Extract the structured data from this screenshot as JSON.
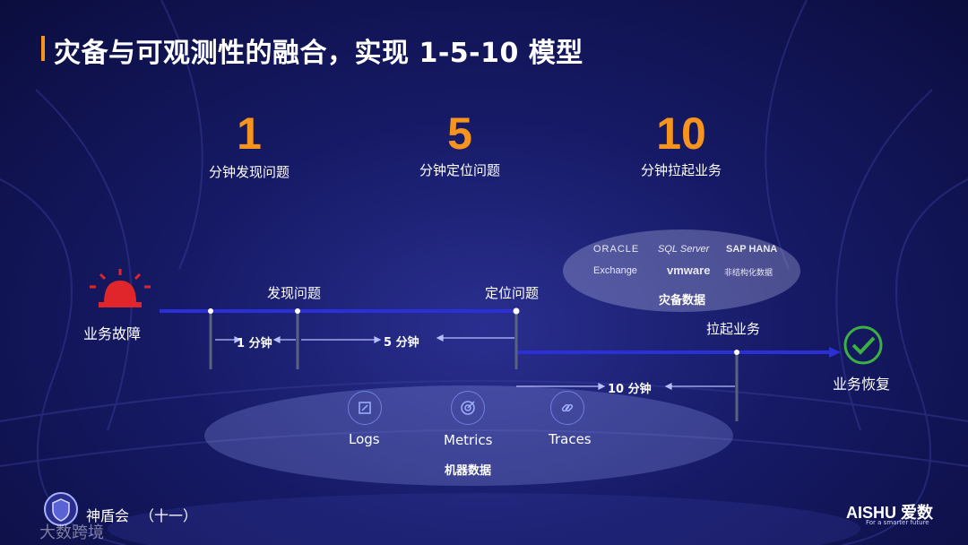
{
  "title": "灾备与可观测性的融合，实现 1-5-10 模型",
  "metrics": [
    {
      "number": "1",
      "label": "分钟发现问题"
    },
    {
      "number": "5",
      "label": "分钟定位问题"
    },
    {
      "number": "10",
      "label": "分钟拉起业务"
    }
  ],
  "timeline": {
    "start_label": "业务故障",
    "discover_label": "发现问题",
    "locate_label": "定位问题",
    "restore_label": "拉起业务",
    "end_label": "业务恢复",
    "span1": "1 分钟",
    "span5": "5 分钟",
    "span10": "10 分钟"
  },
  "dr_data": {
    "title": "灾备数据",
    "logos": [
      "ORACLE",
      "SQL Server",
      "SAP HANA",
      "Exchange",
      "vmware",
      "非结构化数据"
    ]
  },
  "machine_data": {
    "title": "机器数据",
    "items": [
      {
        "label": "Logs",
        "icon": "edit-icon"
      },
      {
        "label": "Metrics",
        "icon": "target-icon"
      },
      {
        "label": "Traces",
        "icon": "link-icon"
      }
    ]
  },
  "footer": {
    "event": "神盾会",
    "event_sub": "（十一）",
    "watermark": "大数跨境",
    "brand": "AISHU 爱数",
    "brand_tagline": "For a smarter future"
  },
  "colors": {
    "accent": "#f7941d",
    "timeline": "#2b2fd6",
    "alarm": "#e0262b",
    "success": "#3cb043"
  }
}
